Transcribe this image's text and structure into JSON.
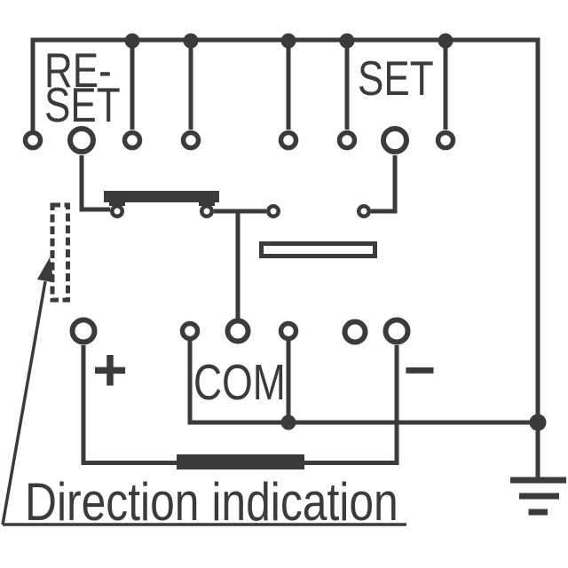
{
  "colors": {
    "ink": "#3b3b3e",
    "background": "#ffffff"
  },
  "labels": {
    "reset_line1": "RE-",
    "reset_line2": "SET",
    "set": "SET",
    "com": "COM",
    "plus": "+",
    "minus": "−",
    "direction_indication": "Direction indication"
  },
  "icons": {
    "ground": "earth-ground symbol (three shrinking bars)",
    "junction": "filled junction dot",
    "terminal": "open circle terminal",
    "coil": "solid coil bar",
    "moving_contact": "solid contact bridge bar",
    "alternate_contact": "hollow contact bridge bar",
    "direction_indicator": "dashed rectangle flag",
    "leader_arrow": "diagonal leader line with solid arrowhead"
  }
}
